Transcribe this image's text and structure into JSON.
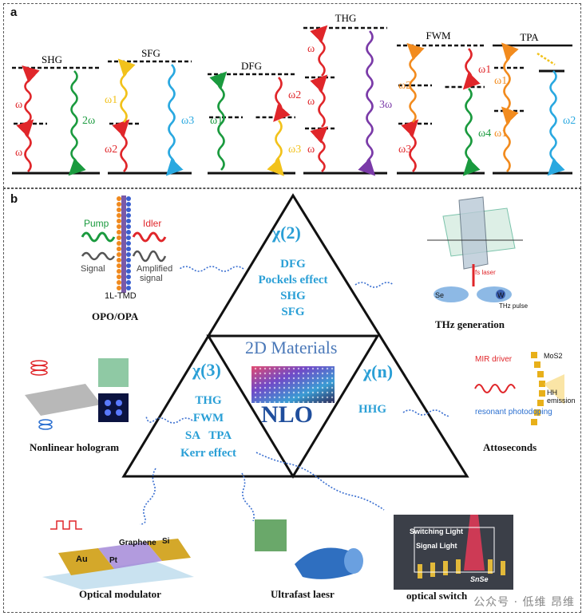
{
  "panel_a": {
    "tag": "a",
    "processes": [
      {
        "title": "SHG",
        "labels": [
          "ω",
          "ω",
          "2ω"
        ]
      },
      {
        "title": "SFG",
        "labels": [
          "ω2",
          "ω1",
          "ω3"
        ]
      },
      {
        "title": "DFG",
        "labels": [
          "ω1",
          "ω2",
          "ω3"
        ]
      },
      {
        "title": "THG",
        "labels": [
          "ω",
          "ω",
          "ω",
          "3ω"
        ]
      },
      {
        "title": "FWM",
        "labels": [
          "ω3",
          "ω2",
          "ω1",
          "ω4"
        ]
      },
      {
        "title": "TPA",
        "labels": [
          "ω1",
          "ω1",
          "ω2"
        ]
      }
    ]
  },
  "panel_b": {
    "tag": "b",
    "center_title": "2D Materials",
    "center_label": "NLO",
    "top_chi": "χ(2)",
    "top_items": [
      "DFG",
      "Pockels effect",
      "SHG",
      "SFG"
    ],
    "left_chi": "χ(3)",
    "left_items": [
      "THG",
      "FWM",
      "SA   TPA",
      "Kerr effect"
    ],
    "right_chi": "χ(n)",
    "right_items": [
      "HHG"
    ],
    "captions": {
      "opo": "OPO/OPA",
      "thz": "THz generation",
      "hologram": "Nonlinear hologram",
      "attoseconds": "Attoseconds",
      "modulator": "Optical modulator",
      "laser": "Ultrafast laesr",
      "switch": "optical switch"
    },
    "opo_labels": {
      "pump": "Pump",
      "idler": "Idler",
      "signal": "Signal",
      "amplified": "Amplified",
      "amplified2": "signal",
      "material": "1L-TMD"
    },
    "atto_labels": {
      "driver": "MIR driver",
      "material": "MoS2",
      "emission": "HH emission",
      "photodoping": "resonant photodoping"
    },
    "modulator_labels": {
      "au": "Au",
      "pt": "Pt",
      "graphene": "Graphene",
      "si": "Si"
    },
    "switch_labels": {
      "light1": "Switching Light",
      "light2": "Signal Light",
      "material": "SnSe"
    },
    "thz_labels": {
      "laser": "fs laser",
      "pulse": "THz pulse",
      "se": "Se",
      "w": "W"
    }
  },
  "watermark": "公众号 · 低维 昂维",
  "colors": {
    "chi_blue": "#2a9fd6",
    "nlo_blue": "#1f4e9c",
    "red": "#e0262a",
    "green": "#1a9a3e",
    "yellow": "#f2c21b",
    "orange": "#f28b1e",
    "cyan": "#29a8e0",
    "purple": "#7a3aa8"
  }
}
